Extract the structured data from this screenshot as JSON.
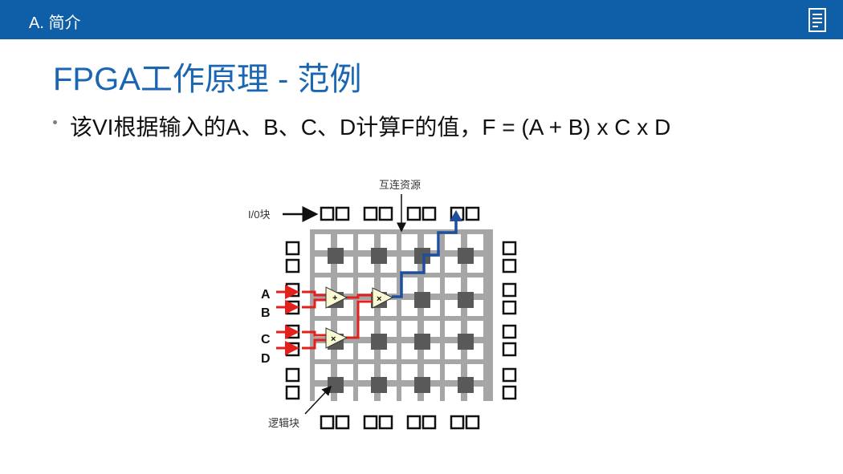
{
  "header": {
    "section": "A. 简介",
    "notes_icon": "notes-icon"
  },
  "slide": {
    "title": "FPGA工作原理 - 范例",
    "bullet": "该VI根据输入的A、B、C、D计算F的值，F = (A + B) x C x D"
  },
  "diagram": {
    "label_interconnect": "互连资源",
    "label_io": "I/0块",
    "label_logic": "逻辑块",
    "input_a": "A",
    "input_b": "B",
    "input_c": "C",
    "input_d": "D",
    "op_add": "+",
    "op_mul_1": "×",
    "op_mul_2": "×",
    "colors": {
      "bar": "#0e5ea8",
      "title": "#1a66b3",
      "grid": "#a6a6a6",
      "logic": "#595959",
      "signal_in": "#e3201b",
      "signal_out": "#1f4e9c",
      "gate_fill": "#fafad2"
    }
  }
}
